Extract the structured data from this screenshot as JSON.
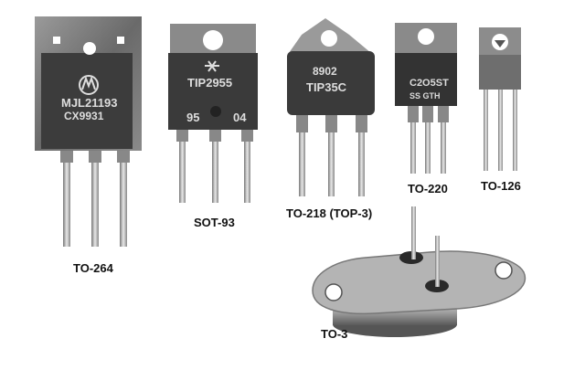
{
  "labels": {
    "to264": "TO-264",
    "sot93": "SOT-93",
    "to218": "TO-218 (TOP-3)",
    "to220": "TO-220",
    "to126": "TO-126",
    "to3": "TO-3"
  },
  "markings": {
    "to264_line1": "MJL21193",
    "to264_line2": "CX9931",
    "sot93_line1": "TIP2955",
    "sot93_line2a": "95",
    "sot93_line2b": "04",
    "to218_line1": "8902",
    "to218_line2": "TIP35C",
    "to220_line1": "C2O5ST",
    "to220_line2": "SS GTH"
  }
}
